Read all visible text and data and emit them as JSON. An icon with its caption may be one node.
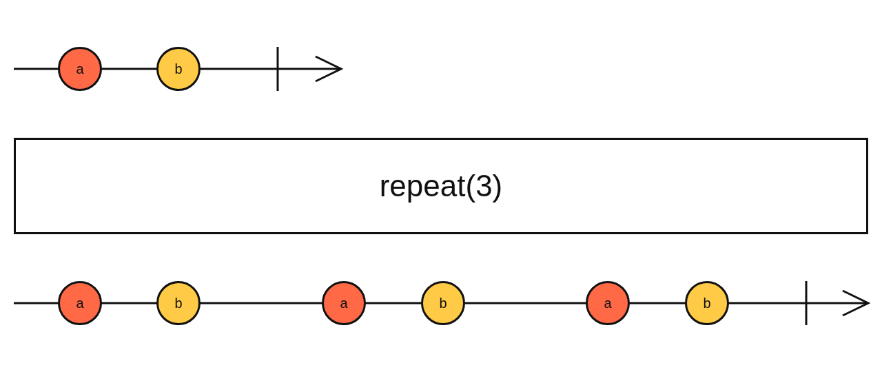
{
  "diagram": {
    "nodes": [
      {
        "text": [
          "a"
        ]
      },
      {
        "text": [
          "b"
        ]
      },
      {
        "text": [
          "repeat(3)"
        ]
      },
      {
        "text": [
          "a"
        ]
      },
      {
        "text": [
          "b"
        ]
      },
      {
        "text": [
          "a"
        ]
      },
      {
        "text": [
          "b"
        ]
      },
      {
        "text": [
          "a"
        ]
      },
      {
        "text": [
          "b"
        ]
      }
    ]
  }
}
